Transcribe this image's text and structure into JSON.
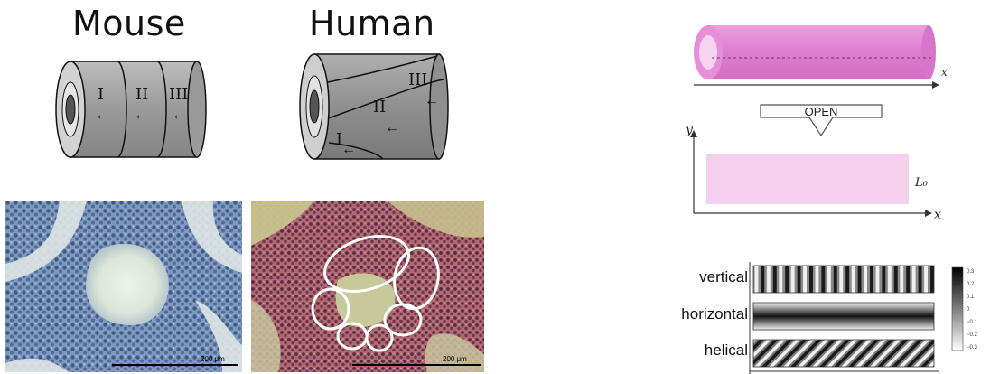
{
  "left": {
    "mouse_title": "Mouse",
    "human_title": "Human",
    "mouse_segments": [
      "I",
      "II",
      "III"
    ],
    "human_segments": [
      "III",
      "II",
      "I"
    ],
    "arrow_glyph": "←",
    "scale_bar_mouse": "200 μm",
    "scale_bar_human": "200 μm"
  },
  "right": {
    "tube_axis_label": "x",
    "open_label": "OPEN",
    "sheet_y_label": "y",
    "sheet_x_label": "x",
    "sheet_length_label": "L₀",
    "patterns": [
      {
        "label": "vertical"
      },
      {
        "label": "horizontal"
      },
      {
        "label": "helical"
      }
    ],
    "colorbar_ticks": [
      "0.3",
      "0.2",
      "0.1",
      "0",
      "−0.1",
      "−0.2",
      "−0.3"
    ]
  },
  "colors": {
    "tube_pink": "#e07fd2",
    "tube_light": "#f3b6ec",
    "sheet_pink": "#f4cfee",
    "mouse_cylinder": "#9a9a9a",
    "human_cylinder": "#8f8f8f",
    "mouse_tissue": "#8fa6c4",
    "human_tissue": "#a3625f"
  }
}
